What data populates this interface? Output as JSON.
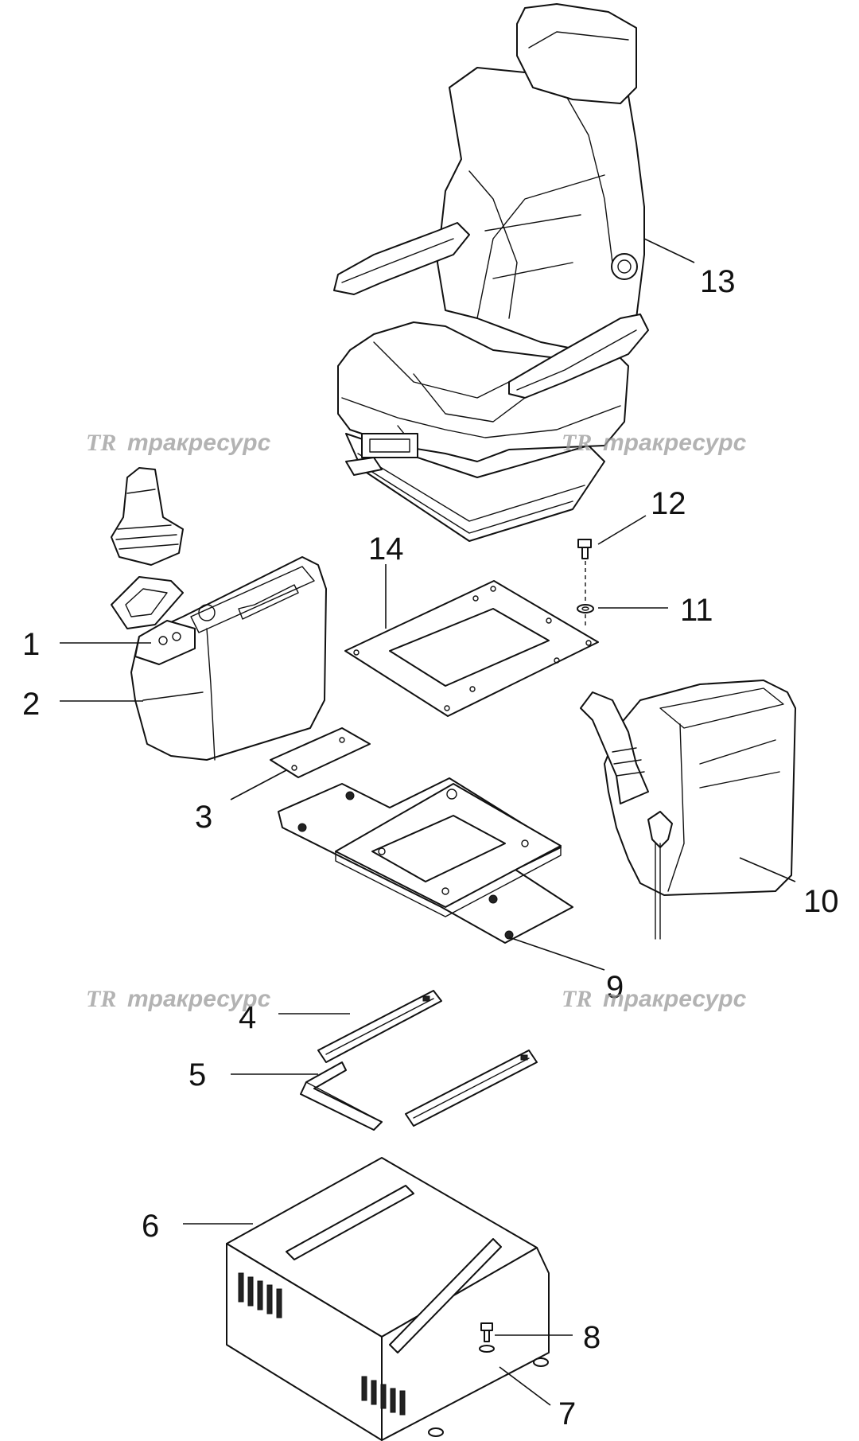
{
  "watermark": {
    "logo": "TR",
    "text": "тракресурс"
  },
  "callouts": {
    "c1": "1",
    "c2": "2",
    "c3": "3",
    "c4": "4",
    "c5": "5",
    "c6": "6",
    "c7": "7",
    "c8": "8",
    "c9": "9",
    "c10": "10",
    "c11": "11",
    "c12": "12",
    "c13": "13",
    "c14": "14"
  },
  "colors": {
    "line": "#111111",
    "watermark": "#9a9a9a",
    "background": "#ffffff"
  }
}
